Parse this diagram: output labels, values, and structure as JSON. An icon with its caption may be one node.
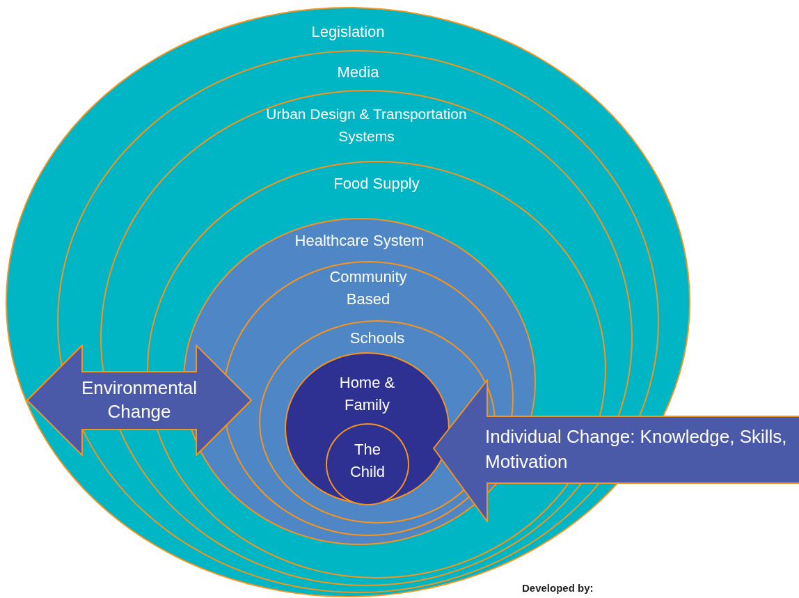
{
  "diagram": {
    "nodes": [
      {
        "text": [
          "Legislation"
        ]
      },
      {
        "text": [
          "Media"
        ],
        "in": 0
      },
      {
        "text": [
          "Urban Design & Transportation Systems"
        ],
        "in": 1
      },
      {
        "text": [
          "Food Supply"
        ],
        "in": 2
      },
      {
        "text": [
          "Healthcare System"
        ],
        "in": 3
      },
      {
        "text": [
          "Community Based"
        ],
        "in": 4
      },
      {
        "text": [
          "Schools"
        ],
        "in": 5
      },
      {
        "text": [
          "Home & Family"
        ],
        "in": 6
      },
      {
        "text": [
          "The Child"
        ],
        "in": 7
      },
      {
        "text": [
          "Environmental Change"
        ],
        "in": 0
      },
      {
        "text": [
          "Individual Change: Knowledge, Skills, Motivation"
        ]
      }
    ],
    "edges": [],
    "labels": [
      "Developed by:"
    ]
  }
}
